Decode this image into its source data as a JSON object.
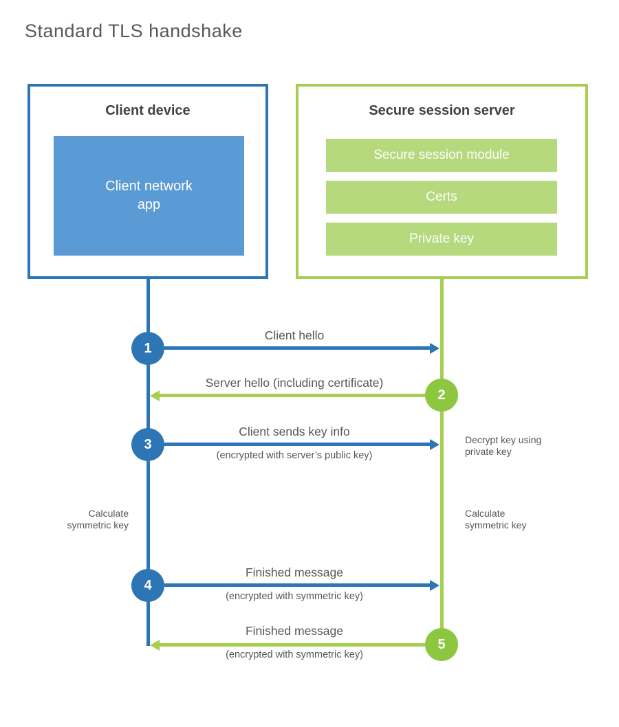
{
  "page": {
    "title": "Standard TLS handshake"
  },
  "colors": {
    "blue_line": "#2e75b6",
    "blue_fill": "#5b9bd5",
    "green_line": "#a5ce52",
    "green_fill": "#b5d97c",
    "green_circle": "#8dc63f",
    "text": "#54565a",
    "heading": "#3f4142"
  },
  "client": {
    "title": "Client device",
    "app_label": "Client network\napp"
  },
  "server": {
    "title": "Secure session server",
    "modules": [
      "Secure session module",
      "Certs",
      "Private key"
    ]
  },
  "steps": [
    {
      "num": "1",
      "from": "client",
      "to": "server",
      "label": "Client hello",
      "sub": ""
    },
    {
      "num": "2",
      "from": "server",
      "to": "client",
      "label": "Server hello (including certificate)",
      "sub": ""
    },
    {
      "num": "3",
      "from": "client",
      "to": "server",
      "label": "Client sends key info",
      "sub": "(encrypted with server’s public key)"
    },
    {
      "num": "4",
      "from": "client",
      "to": "server",
      "label": "Finished message",
      "sub": "(encrypted with symmetric key)"
    },
    {
      "num": "5",
      "from": "server",
      "to": "client",
      "label": "Finished message",
      "sub": "(encrypted with symmetric key)"
    }
  ],
  "annotations": {
    "decrypt": "Decrypt key using\nprivate key",
    "calc_left": "Calculate\nsymmetric key",
    "calc_right": "Calculate\nsymmetric key"
  }
}
